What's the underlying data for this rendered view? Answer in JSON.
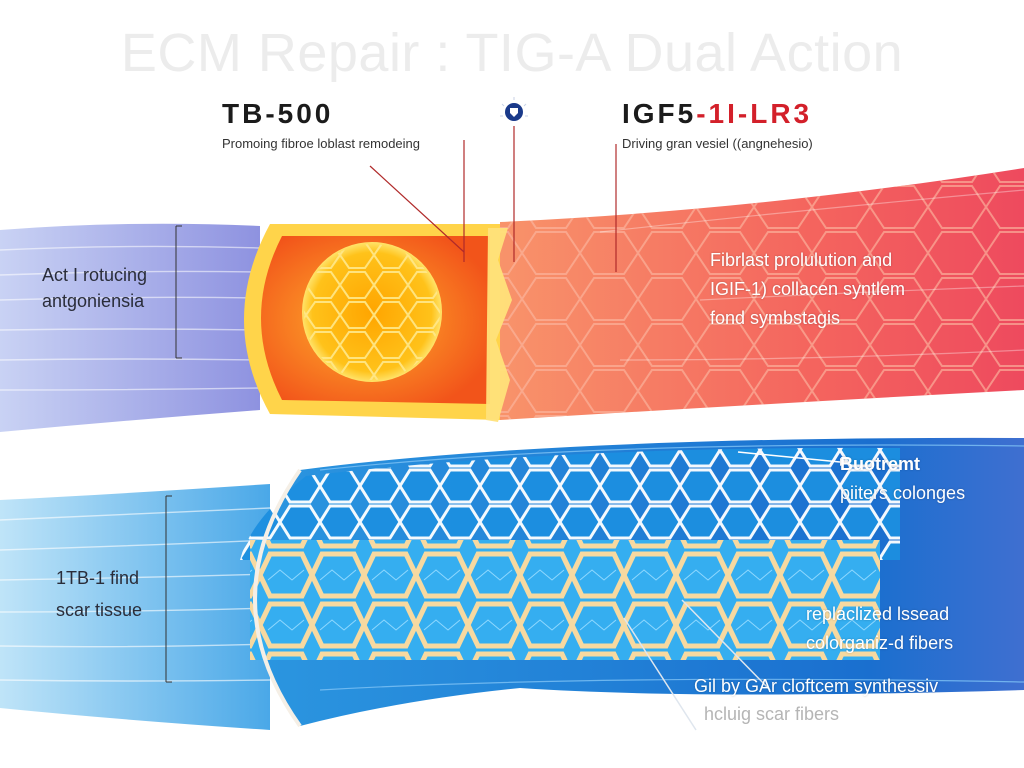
{
  "title": "ECM Repair : TIG-A Dual Action",
  "top_section": {
    "left_agent": {
      "name": "TB-500",
      "subtitle": "Promoing fibroe loblast remodeing"
    },
    "center_icon": "shield-badge-icon",
    "right_agent": {
      "name_part1": "IGF5",
      "name_part2": "-1I-LR3",
      "subtitle": "Driving gran vesiel ((angnehesio)"
    },
    "left_label": [
      "Act I rotucing",
      "antgoniensia"
    ],
    "right_label": [
      "Fibrlast prolulution and",
      "IGIF-1) collacen syntlem",
      "fond symbstagis"
    ]
  },
  "bottom_section": {
    "left_label": [
      "1TB-1 find",
      "scar tissue"
    ],
    "right_top_label": [
      "Buotremt",
      "piiters colonges"
    ],
    "right_mid_label": [
      "replaclized lssead",
      "colorganiz-d fibers"
    ],
    "right_bottom_label": "Gil by GAr cloftcem synthessiv",
    "below_label": "hcluig scar fibers"
  },
  "colors": {
    "title": "#ececec",
    "red_accent": "#d3202a",
    "orange": "#f7761f",
    "yellow": "#ffd23a",
    "blue": "#1e88d8",
    "lavender": "#9aa4e6",
    "pink_red": "#f0605a"
  }
}
